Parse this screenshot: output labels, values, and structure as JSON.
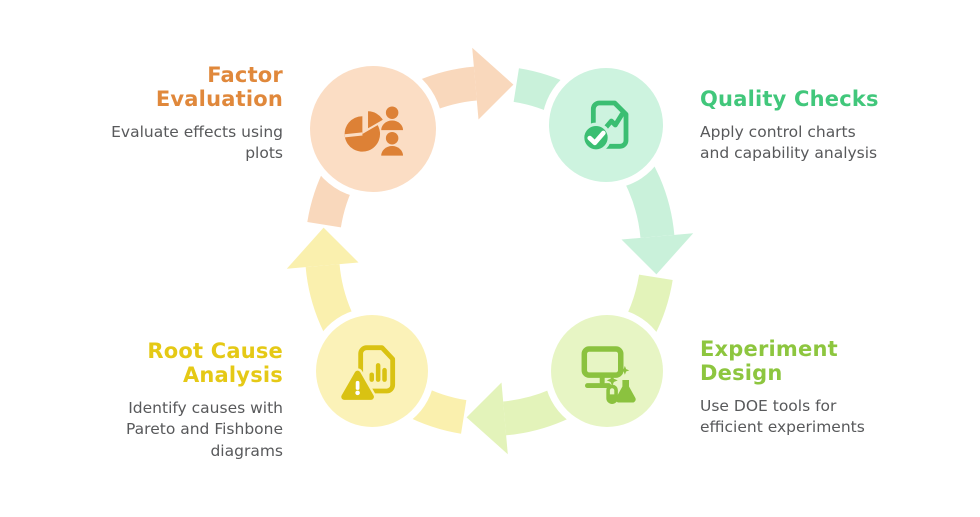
{
  "diagram": {
    "type": "cycle",
    "direction": "clockwise",
    "background_color": "#FFFFFF",
    "text_color": "#58595B",
    "nodes": [
      {
        "id": "factor-evaluation",
        "position": "top-left",
        "title": "Factor\nEvaluation",
        "description": "Evaluate effects using\nplots",
        "icon": "pie-chart-people-icon",
        "accent_color": "#E0883B",
        "icon_color": "#DD8136",
        "circle_color": "#FBDDC4",
        "arc_color": "#F9D8BC"
      },
      {
        "id": "quality-checks",
        "position": "top-right",
        "title": "Quality Checks",
        "description": "Apply control charts\nand capability analysis",
        "icon": "document-trendline-check-icon",
        "accent_color": "#41C77B",
        "icon_color": "#3BBE72",
        "circle_color": "#CDF3DF",
        "arc_color": "#C9F1DA"
      },
      {
        "id": "experiment-design",
        "position": "bottom-right",
        "title": "Experiment\nDesign",
        "description": "Use DOE tools for\nefficient experiments",
        "icon": "monitor-lab-flask-icon",
        "accent_color": "#8DC63F",
        "icon_color": "#8BC23F",
        "circle_color": "#E7F5C4",
        "arc_color": "#E3F3BA"
      },
      {
        "id": "root-cause-analysis",
        "position": "bottom-left",
        "title": "Root Cause\nAnalysis",
        "description": "Identify causes with\nPareto and Fishbone\ndiagrams",
        "icon": "document-bar-chart-warning-icon",
        "accent_color": "#E5C916",
        "icon_color": "#D9C212",
        "circle_color": "#FBF2B8",
        "arc_color": "#FAF0AE"
      }
    ]
  }
}
